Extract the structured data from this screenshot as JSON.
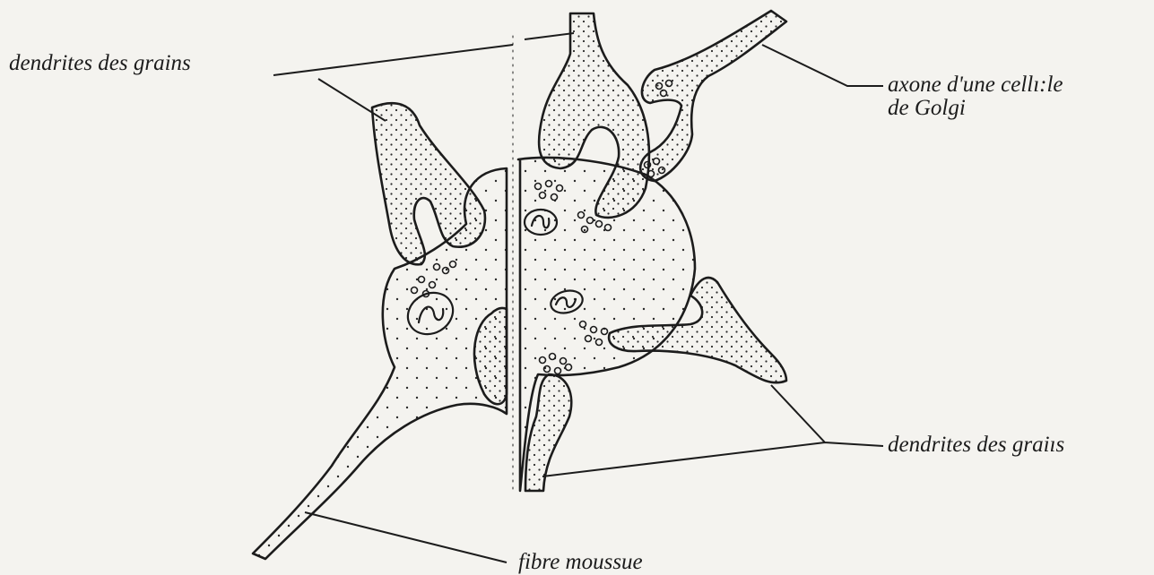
{
  "figure": {
    "labels": {
      "dendrites_top": "dendrites des grains",
      "axone_line1": "axone d'une cellı:le",
      "axone_line2": "de Golgi",
      "dendrites_bottom": "dendrites des graiıs",
      "fibre": "fibre moussue"
    },
    "colors": {
      "paper": "#f4f3ef",
      "ink": "#1c1c1c",
      "stipple": "#2a2a2a"
    }
  }
}
